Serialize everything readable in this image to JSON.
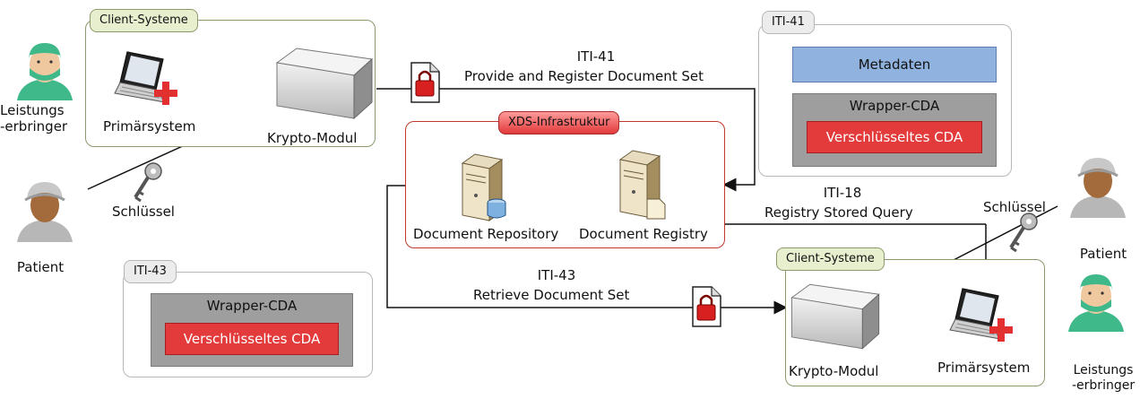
{
  "client_top": {
    "tab": "Client-Systeme",
    "primary": "Primärsystem",
    "crypto": "Krypto-Modul"
  },
  "client_bottom": {
    "tab": "Client-Systeme",
    "primary": "Primärsystem",
    "crypto": "Krypto-Modul"
  },
  "xds": {
    "tab": "XDS-Infrastruktur",
    "repository": "Document Repository",
    "registry": "Document Registry"
  },
  "iti41_box": {
    "tab": "ITI-41",
    "meta": "Metadaten",
    "wrapper": "Wrapper-CDA",
    "encrypted": "Verschlüsseltes CDA"
  },
  "iti43_box": {
    "tab": "ITI-43",
    "wrapper": "Wrapper-CDA",
    "encrypted": "Verschlüsseltes CDA"
  },
  "flows": {
    "iti41_id": "ITI-41",
    "iti41_name": "Provide and Register Document Set",
    "iti18_id": "ITI-18",
    "iti18_name": "Registry Stored Query",
    "iti43_id": "ITI-43",
    "iti43_name": "Retrieve Document Set"
  },
  "actors_left": {
    "provider": "Leistungs\n-erbringer",
    "patient": "Patient",
    "key": "Schlüssel"
  },
  "actors_right": {
    "provider": "Leistungs\n-erbringer",
    "patient": "Patient",
    "key": "Schlüssel"
  },
  "colors": {
    "surgeon": "#3fb98a",
    "patient_skin": "#a36b3b",
    "cap_gray": "#c8c8c8",
    "encrypted": "#e33b3b",
    "meta": "#8fb2df"
  }
}
